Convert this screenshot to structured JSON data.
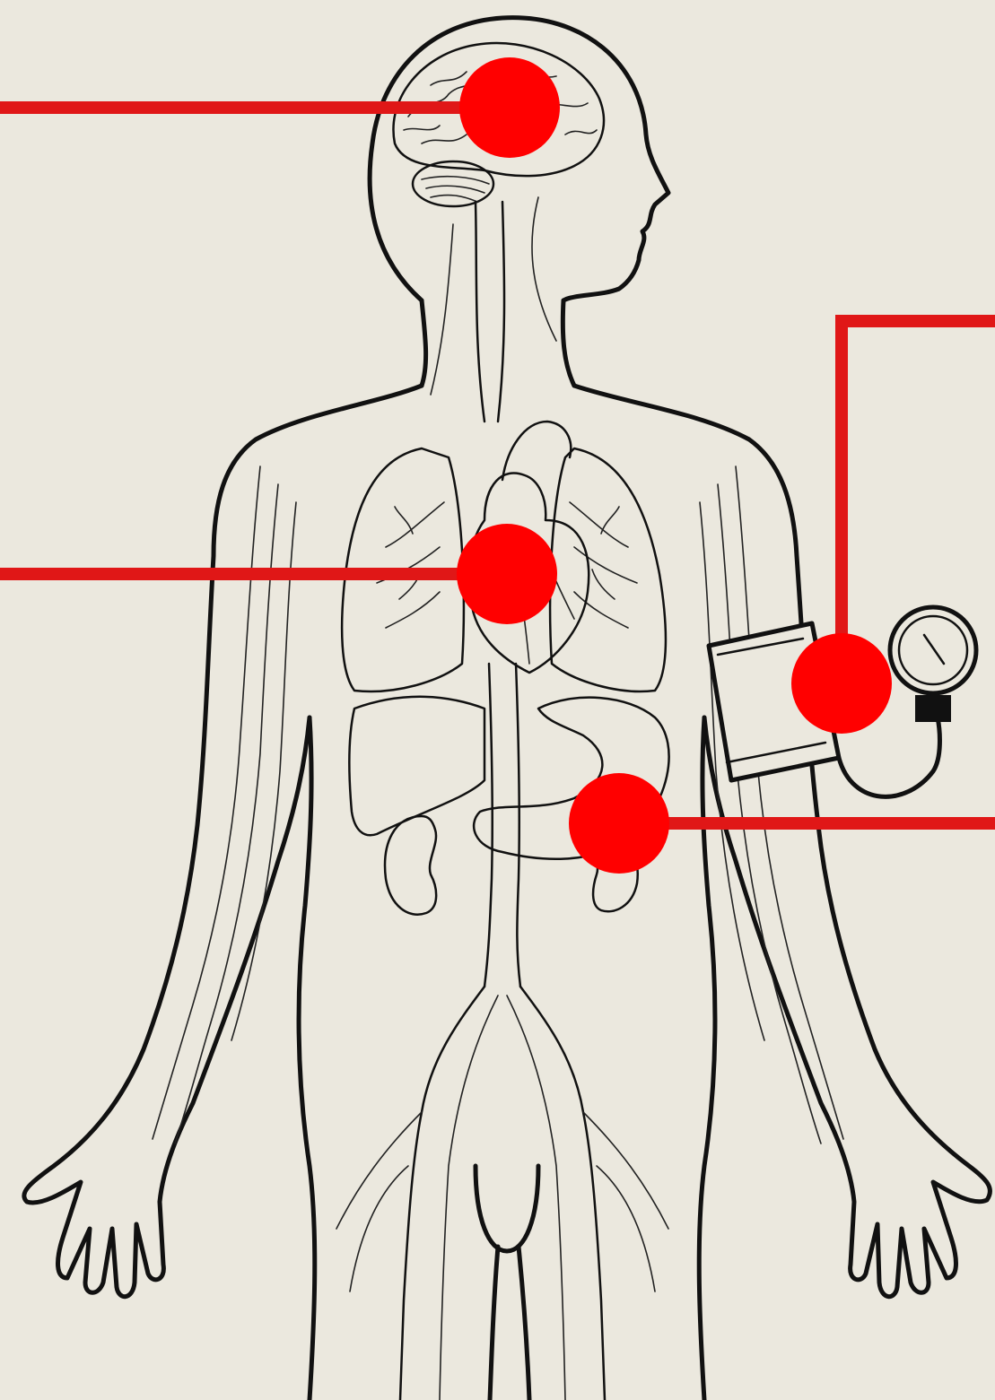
{
  "diagram": {
    "subject": "human-circulatory-system",
    "colors": {
      "background": "#ebe8de",
      "line_art": "#111111",
      "marker": "#ff0000",
      "leader_line": "#e01717"
    },
    "callouts": [
      {
        "id": "brain",
        "icon": "brain-marker"
      },
      {
        "id": "heart",
        "icon": "heart-marker"
      },
      {
        "id": "blood-pressure-cuff",
        "icon": "cuff-marker"
      },
      {
        "id": "kidney",
        "icon": "kidney-marker"
      }
    ],
    "icons": [
      "brain-icon",
      "heart-icon",
      "lungs-icon",
      "liver-icon",
      "kidney-icon",
      "stomach-icon",
      "blood-pressure-cuff-icon",
      "pressure-gauge-icon"
    ]
  }
}
